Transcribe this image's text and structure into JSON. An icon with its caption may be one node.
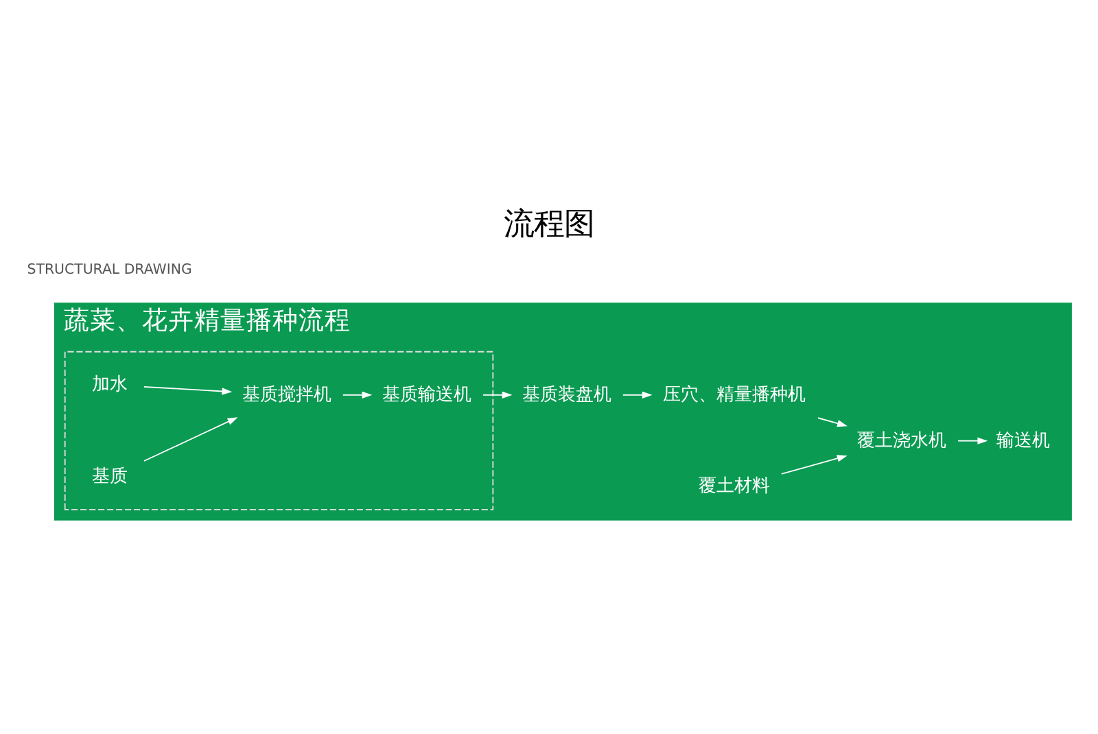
{
  "diagram": {
    "title": "流程图",
    "nodes": [
      {
        "text": [
          "蔬菜、花卉精量播种流程"
        ]
      },
      {
        "text": [],
        "shape": "box",
        "in": 0
      },
      {
        "text": [
          "加水"
        ],
        "in": 1
      },
      {
        "text": [
          "基质搅拌机"
        ],
        "in": 1
      },
      {
        "text": [
          "基质输送机"
        ],
        "in": 1
      },
      {
        "text": [
          "基质"
        ],
        "in": 1
      },
      {
        "text": [
          "基质装盘机"
        ],
        "in": 0
      },
      {
        "text": [
          "压穴、精量播种机"
        ],
        "in": 0
      },
      {
        "text": [
          "覆土浇水机"
        ],
        "in": 0
      },
      {
        "text": [
          "输送机"
        ],
        "in": 0
      },
      {
        "text": [
          "覆土材料"
        ],
        "in": 0
      }
    ],
    "edges": [
      {
        "from": 2,
        "to": 3,
        "arrow": "to"
      },
      {
        "from": 5,
        "to": 3,
        "arrow": "to"
      },
      {
        "from": 3,
        "to": 4,
        "arrow": "to"
      },
      {
        "from": 4,
        "to": 6,
        "arrow": "to"
      },
      {
        "from": 6,
        "to": 7,
        "arrow": "to"
      },
      {
        "from": 7,
        "to": 8,
        "arrow": "to"
      },
      {
        "from": 10,
        "to": 8,
        "arrow": "to"
      },
      {
        "from": 8,
        "to": 9,
        "arrow": "to"
      }
    ],
    "labels": [
      "STRUCTURAL DRAWING"
    ]
  }
}
